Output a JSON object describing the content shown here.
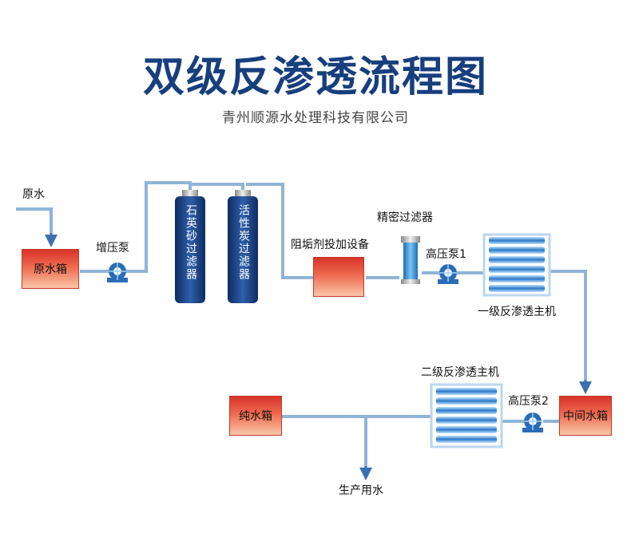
{
  "title": "双级反渗透流程图",
  "subtitle": "青州顺源水处理科技有限公司",
  "labels": {
    "raw_water": "原水",
    "raw_tank": "原水箱",
    "booster_pump": "增压泵",
    "quartz_filter": "石英砂过滤器",
    "carbon_filter": "活性炭过滤器",
    "antiscalant": "阻垢剂投加设备",
    "precision_filter": "精密过滤器",
    "hp_pump1": "高压泵1",
    "ro1": "一级反渗透主机",
    "ro2": "二级反渗透主机",
    "hp_pump2": "高压泵2",
    "mid_tank": "中间水箱",
    "pure_tank": "纯水箱",
    "production_water": "生产用水"
  },
  "colors": {
    "title": "#173f7e",
    "pipe": "#8fb4d8",
    "tank": "#e24a3a",
    "pump": "#2a6db5",
    "column": "#1c3f7e"
  }
}
